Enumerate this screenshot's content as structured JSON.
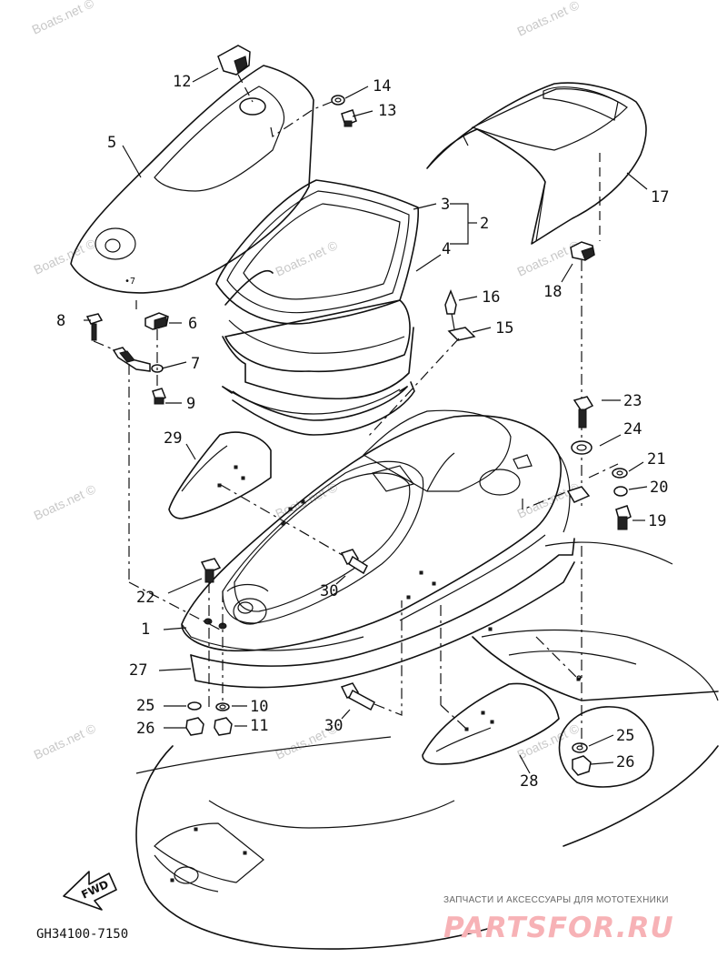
{
  "watermark": "Boats.net ©",
  "diagram_code": "GH34100-7150",
  "fwd_label": "FWD",
  "brand": {
    "tagline": "ЗАПЧАСТИ И АКСЕССУАРЫ ДЛЯ МОТОТЕХНИКИ",
    "name": "PARTSFOR.RU"
  },
  "callouts": [
    "1",
    "2",
    "3",
    "4",
    "5",
    "6",
    "7",
    "8",
    "9",
    "10",
    "11",
    "12",
    "13",
    "14",
    "15",
    "16",
    "17",
    "18",
    "19",
    "20",
    "21",
    "22",
    "23",
    "24",
    "25",
    "25",
    "26",
    "26",
    "27",
    "28",
    "29",
    "30",
    "30"
  ]
}
